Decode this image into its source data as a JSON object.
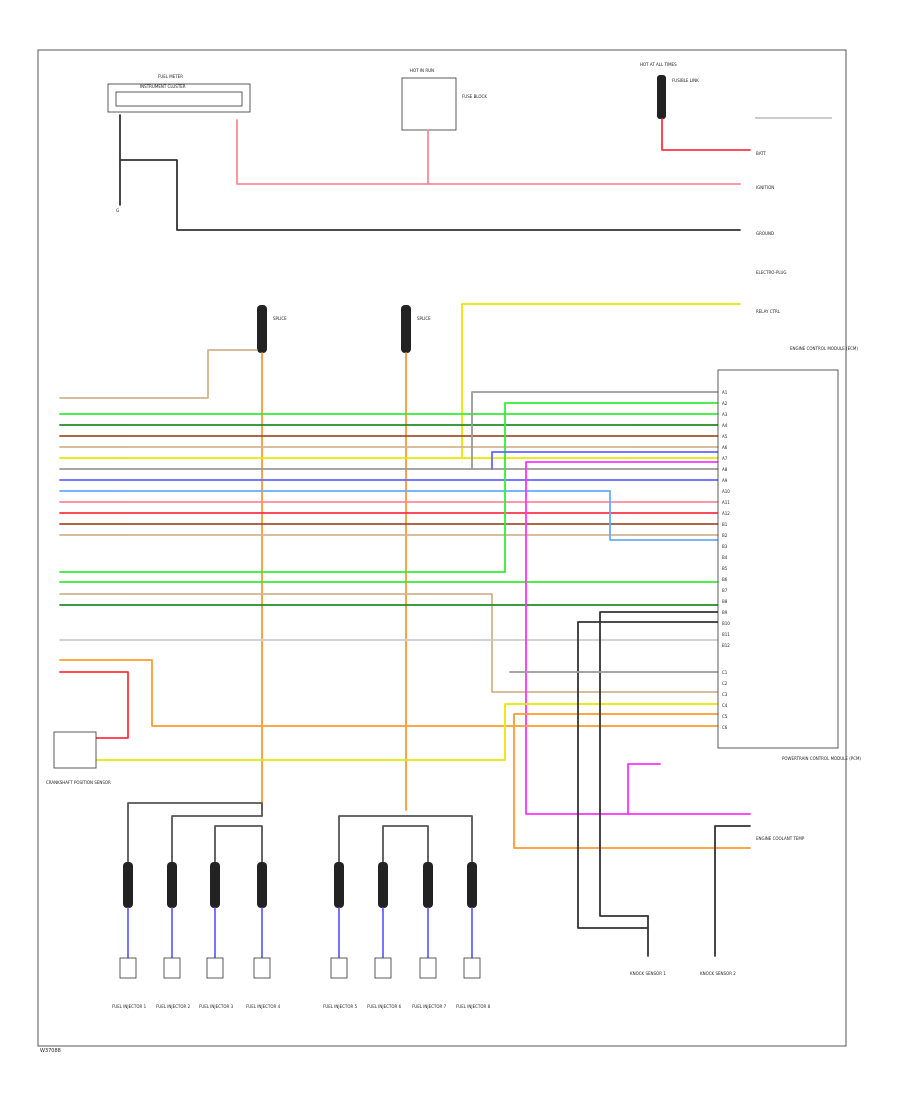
{
  "footer_code": "W37088",
  "colors": {
    "tan": "#d2b48c",
    "light_green": "#33ee33",
    "dark_green": "#228b22",
    "brown": "#a0522d",
    "yellow": "#e8e800",
    "blue": "#6666ff",
    "light_blue": "#66aaff",
    "pink": "#ff8899",
    "red": "#ff3344",
    "orange": "#ff9933",
    "magenta": "#ff33ff",
    "black": "#333333",
    "gray": "#999999",
    "white_wire": "#dddddd"
  },
  "icons": [
    "fuel-injector-icon",
    "ground-icon",
    "switch-icon"
  ],
  "dots": [
    "•",
    "•",
    "•",
    "•",
    "•",
    "•",
    "•",
    "•",
    "•",
    "•",
    "•",
    "•"
  ],
  "ground_text": "G",
  "labels": [
    "FUEL METER",
    "INSTRUMENT CLUSTER",
    "HOT IN RUN",
    "FUSE BLOCK",
    "HOT AT ALL TIMES",
    "FUSIBLE LINK",
    "BATT",
    "IGNITION",
    "GROUND",
    "ELECTRO-PLUG",
    "RELAY CTRL",
    "SPLICE",
    "SPLICE",
    "ENGINE CONTROL MODULE (ECM)",
    "POWERTRAIN CONTROL MODULE (PCM)",
    "CRANKSHAFT POSITION SENSOR",
    "ENGINE COOLANT TEMP",
    "FUEL INJECTOR 1",
    "FUEL INJECTOR 2",
    "FUEL INJECTOR 3",
    "FUEL INJECTOR 4",
    "FUEL INJECTOR 5",
    "FUEL INJECTOR 6",
    "FUEL INJECTOR 7",
    "FUEL INJECTOR 8",
    "KNOCK SENSOR 1",
    "KNOCK SENSOR 2"
  ],
  "connector_pins": [
    "A1",
    "A2",
    "A3",
    "A4",
    "A5",
    "A6",
    "A7",
    "A8",
    "A9",
    "A10",
    "A11",
    "A12",
    "B1",
    "B2",
    "B3",
    "B4",
    "B5",
    "B6",
    "B7",
    "B8",
    "B9",
    "B10",
    "B11",
    "B12",
    "C1",
    "C2",
    "C3",
    "C4",
    "C5",
    "C6"
  ]
}
